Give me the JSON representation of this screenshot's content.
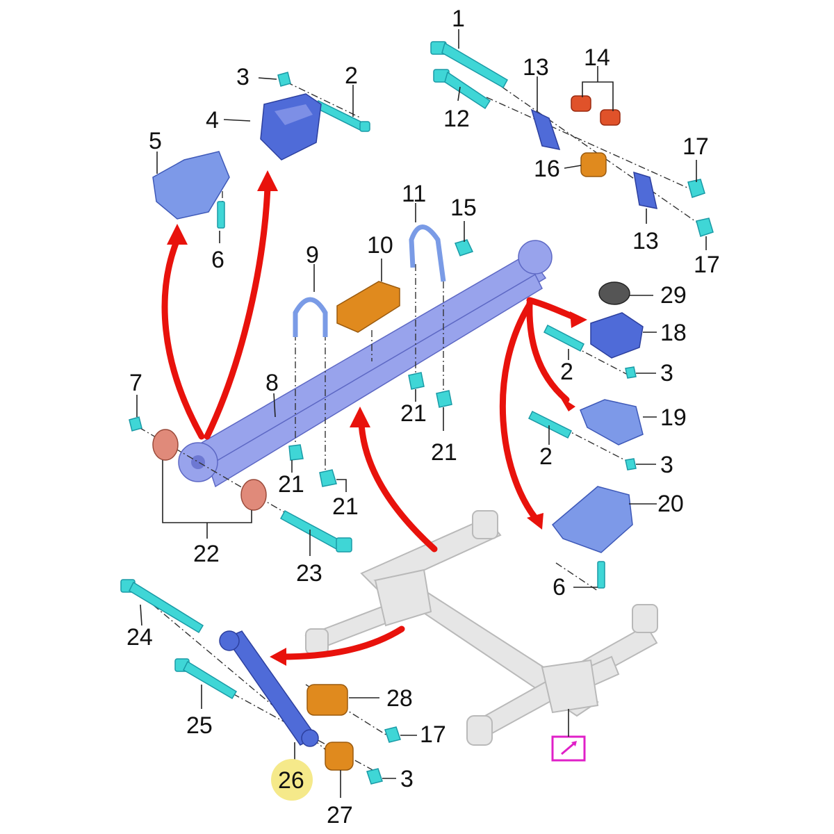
{
  "callouts": [
    {
      "id": "c1",
      "text": "1"
    },
    {
      "id": "c2a",
      "text": "2"
    },
    {
      "id": "c3a",
      "text": "3"
    },
    {
      "id": "c4",
      "text": "4"
    },
    {
      "id": "c5",
      "text": "5"
    },
    {
      "id": "c6a",
      "text": "6"
    },
    {
      "id": "c7",
      "text": "7"
    },
    {
      "id": "c8",
      "text": "8"
    },
    {
      "id": "c9",
      "text": "9"
    },
    {
      "id": "c10",
      "text": "10"
    },
    {
      "id": "c11",
      "text": "11"
    },
    {
      "id": "c12",
      "text": "12"
    },
    {
      "id": "c13a",
      "text": "13"
    },
    {
      "id": "c13b",
      "text": "13"
    },
    {
      "id": "c14",
      "text": "14"
    },
    {
      "id": "c15",
      "text": "15"
    },
    {
      "id": "c16",
      "text": "16"
    },
    {
      "id": "c17a",
      "text": "17"
    },
    {
      "id": "c17b",
      "text": "17"
    },
    {
      "id": "c17c",
      "text": "17"
    },
    {
      "id": "c18",
      "text": "18"
    },
    {
      "id": "c19",
      "text": "19"
    },
    {
      "id": "c20",
      "text": "20"
    },
    {
      "id": "c21a",
      "text": "21"
    },
    {
      "id": "c21b",
      "text": "21"
    },
    {
      "id": "c21c",
      "text": "21"
    },
    {
      "id": "c21d",
      "text": "21"
    },
    {
      "id": "c22",
      "text": "22"
    },
    {
      "id": "c23",
      "text": "23"
    },
    {
      "id": "c24",
      "text": "24"
    },
    {
      "id": "c25",
      "text": "25"
    },
    {
      "id": "c26",
      "text": "26"
    },
    {
      "id": "c27",
      "text": "27"
    },
    {
      "id": "c28",
      "text": "28"
    },
    {
      "id": "c29",
      "text": "29"
    },
    {
      "id": "c2b",
      "text": "2"
    },
    {
      "id": "c3b",
      "text": "3"
    },
    {
      "id": "c2c",
      "text": "2"
    },
    {
      "id": "c3c",
      "text": "3"
    },
    {
      "id": "c6b",
      "text": "6"
    },
    {
      "id": "c3d",
      "text": "3"
    }
  ],
  "highlight": {
    "callout": "26",
    "color": "#f5e98a"
  },
  "colors": {
    "arrow": "#e8120c",
    "fastener": "#3fd6d6",
    "bracket": "#4f6bd8",
    "spring": "#98a3ec",
    "bushing": "#e08a1e",
    "frame": "#e6e6e6",
    "magenta_marker": "#e020c8"
  },
  "icons": [
    "view-reference-icon"
  ]
}
